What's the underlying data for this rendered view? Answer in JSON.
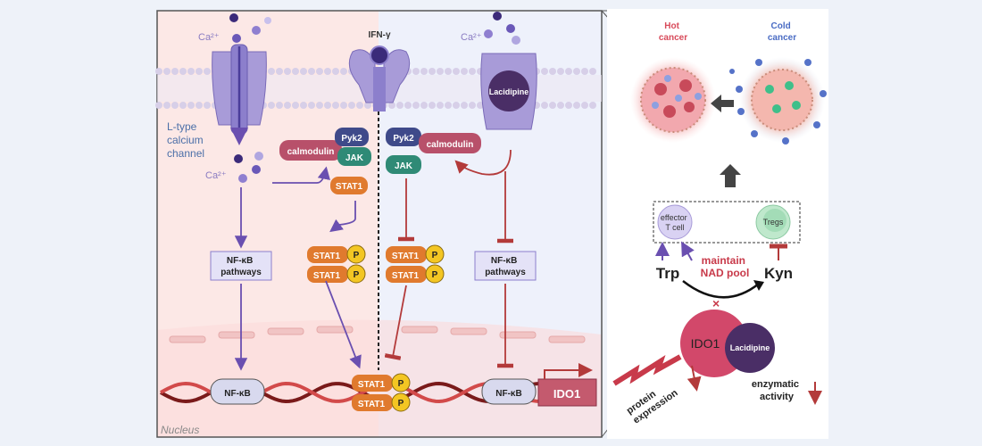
{
  "left_panel": {
    "nucleus_label": "Nucleus",
    "ion_labels": {
      "ca_top_left": "Ca²⁺",
      "ca_mid_left": "Ca²⁺",
      "ca_top_right": "Ca²⁺"
    },
    "ifn_label": "IFN-γ",
    "channel_label": [
      "L-type",
      "calcium",
      "channel"
    ],
    "lacidipine_label": "Lacidipine",
    "proteins": {
      "pyk2": "Pyk2",
      "calmodulin": "calmodulin",
      "jak": "JAK",
      "stat1": "STAT1",
      "p": "P"
    },
    "pathway_box": [
      "NF-κB",
      "pathways"
    ],
    "nfkb": "NF-κB",
    "ido1_gene": "IDO1"
  },
  "right_panel": {
    "hot_cancer": [
      "Hot",
      "cancer"
    ],
    "cold_cancer": [
      "Cold",
      "cancer"
    ],
    "effector_t_cell": [
      "effector",
      "T cell"
    ],
    "tregs": "Tregs",
    "trp": "Trp",
    "kyn": "Kyn",
    "maintain": [
      "maintain",
      "NAD pool"
    ],
    "ido1": "IDO1",
    "lacidipine": "Lacidipine",
    "protein_expression": [
      "protein",
      "expression"
    ],
    "enzymatic_activity": [
      "enzymatic",
      "activity"
    ]
  },
  "colors": {
    "purple": "#6a4fb0",
    "dark_red": "#b33a3a",
    "stat_orange": "#e07a2e",
    "jak_teal": "#2f8a76",
    "pyk2_navy": "#3f4a8a",
    "calmodulin_rose": "#b8506a",
    "p_yellow": "#f3c623",
    "ido1_red": "#d2486a",
    "lacidipine_purple": "#4a2e66"
  }
}
